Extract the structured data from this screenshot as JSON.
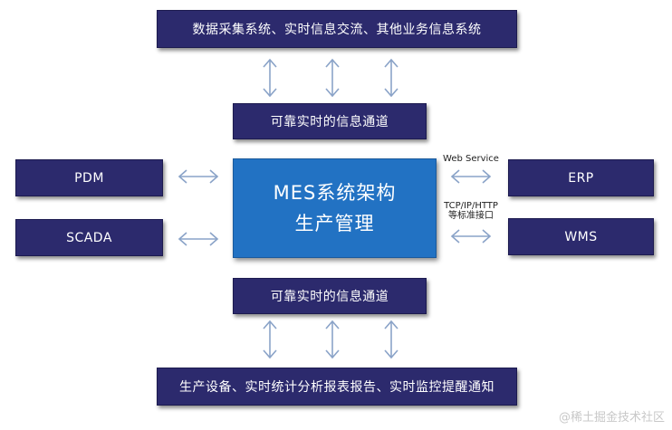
{
  "top": {
    "label": "数据采集系统、实时信息交流、其他业务信息系统"
  },
  "channel_top": {
    "label": "可靠实时的信息通道"
  },
  "center": {
    "line1": "MES系统架构",
    "line2": "生产管理"
  },
  "channel_bottom": {
    "label": "可靠实时的信息通道"
  },
  "bottom": {
    "label": "生产设备、实时统计分析报表报告、实时监控提醒通知"
  },
  "left": {
    "pdm": "PDM",
    "scada": "SCADA"
  },
  "right": {
    "erp": "ERP",
    "wms": "WMS",
    "web_service": "Web Service",
    "protocol": "TCP/IP/HTTP",
    "interface": "等标准接口"
  },
  "watermark": "@稀土掘金技术社区",
  "colors": {
    "box": "#2c2a6d",
    "center": "#2272c3",
    "arrow": "#8aa3c8"
  },
  "icons": {
    "arrow": "double-headed-arrow-icon"
  }
}
